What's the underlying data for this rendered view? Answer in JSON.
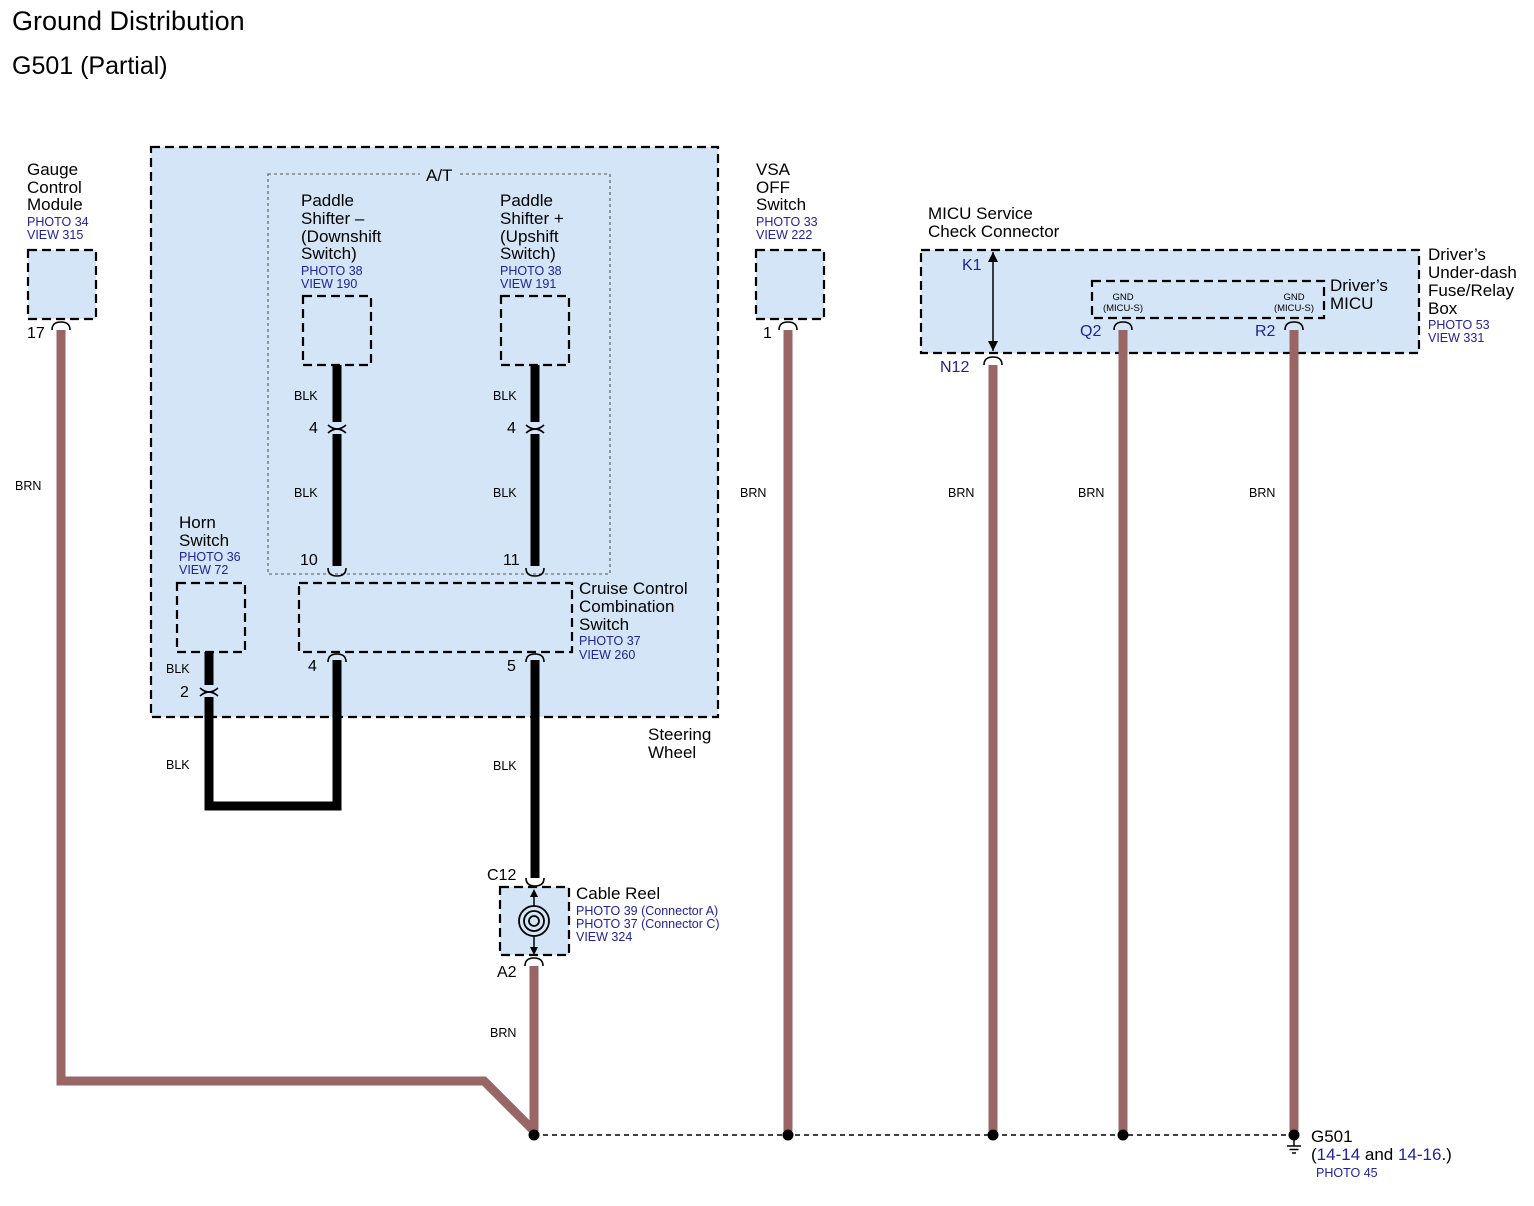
{
  "header": {
    "title": "Ground Distribution",
    "subtitle": "G501 (Partial)"
  },
  "components": {
    "gauge": {
      "l1": "Gauge",
      "l2": "Control",
      "l3": "Module",
      "photo": "PHOTO 34",
      "view": "VIEW 315",
      "pin": "17"
    },
    "steering_wheel": {
      "l1": "Steering",
      "l2": "Wheel"
    },
    "at_group": {
      "label": "A/T"
    },
    "paddle_down": {
      "l1": "Paddle",
      "l2": "Shifter –",
      "l3": "(Downshift",
      "l4": "Switch)",
      "photo": "PHOTO 38",
      "view": "VIEW 190",
      "pin": "4"
    },
    "paddle_up": {
      "l1": "Paddle",
      "l2": "Shifter +",
      "l3": "(Upshift",
      "l4": "Switch)",
      "photo": "PHOTO 38",
      "view": "VIEW 191",
      "pin": "4"
    },
    "horn": {
      "l1": "Horn",
      "l2": "Switch",
      "photo": "PHOTO 36",
      "view": "VIEW 72",
      "pin": "2"
    },
    "cruise": {
      "l1": "Cruise Control",
      "l2": "Combination",
      "l3": "Switch",
      "photo": "PHOTO 37",
      "view": "VIEW 260",
      "pin_10": "10",
      "pin_11": "11",
      "pin_4": "4",
      "pin_5": "5"
    },
    "cable_reel": {
      "l1": "Cable Reel",
      "photo_a": "PHOTO 39 (Connector A)",
      "photo_c": "PHOTO 37 (Connector C)",
      "view": "VIEW 324",
      "pin_top": "C12",
      "pin_bottom": "A2"
    },
    "vsa": {
      "l1": "VSA",
      "l2": "OFF",
      "l3": "Switch",
      "photo": "PHOTO 33",
      "view": "VIEW 222",
      "pin": "1"
    },
    "micu_service": {
      "l1": "MICU Service",
      "l2": "Check Connector",
      "pin_k1": "K1",
      "pin_n12": "N12"
    },
    "fuse_box": {
      "l1": "Driver’s",
      "l2": "Under-dash",
      "l3": "Fuse/Relay",
      "l4": "Box",
      "photo": "PHOTO 53",
      "view": "VIEW 331"
    },
    "micu": {
      "l1": "Driver’s",
      "l2": "MICU",
      "gnd": "GND",
      "gnd_sub": "(MICU-S)",
      "pin_q2": "Q2",
      "pin_r2": "R2"
    }
  },
  "wire_colors": {
    "brn": "BRN",
    "blk": "BLK"
  },
  "ground": {
    "name": "G501",
    "ref_open": "(",
    "ref_a": "14-14",
    "ref_mid": " and ",
    "ref_b": "14-16",
    "ref_close": ".)",
    "photo": "PHOTO 45"
  },
  "colors": {
    "box_fill": "#d3e5f6",
    "brn_wire": "#9a6665",
    "blk_wire": "#000000",
    "ref_text": "#22229a"
  }
}
